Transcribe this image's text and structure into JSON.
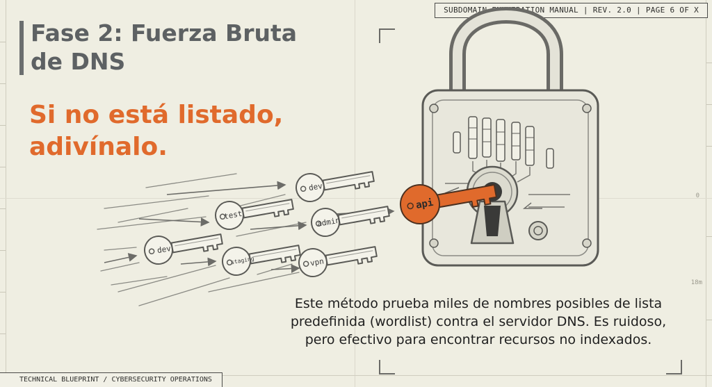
{
  "header": {
    "doc_label": "SUBDOMAIN ENUMERATION MANUAL | REV. 2.0 | PAGE 6 OF X"
  },
  "footer": {
    "label": "TECHNICAL BLUEPRINT / CYBERSECURITY OPERATIONS"
  },
  "slide": {
    "title": "Fase 2: Fuerza Bruta de DNS",
    "subtitle": "Si no está listado, adivínalo.",
    "description": "Este método prueba miles de nombres posibles de lista predefinida (wordlist) contra el servidor DNS. Es ruidoso, pero efectivo para encontrar recursos no indexados."
  },
  "illustration": {
    "keys": [
      {
        "id": "dev-top",
        "label": "dev"
      },
      {
        "id": "test",
        "label": "test"
      },
      {
        "id": "admin",
        "label": "admin"
      },
      {
        "id": "dev-left",
        "label": "dev"
      },
      {
        "id": "staging",
        "label": "staging"
      },
      {
        "id": "vpn",
        "label": "vpn"
      }
    ],
    "active_key": {
      "label": "api"
    }
  },
  "scale": {
    "mark_zero": "0",
    "mark_18m": "18m"
  },
  "colors": {
    "accent": "#e06a2c",
    "title": "#5d6163",
    "background": "#efeee2"
  }
}
